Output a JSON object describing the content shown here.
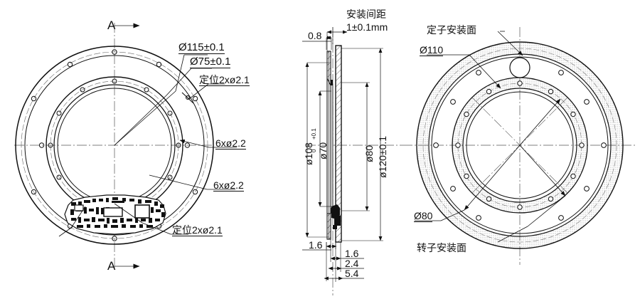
{
  "drawing": {
    "title": "Hollow shaft rotary encoder mechanical outline drawing",
    "units": "mm",
    "line_color": "#111111",
    "hatch_color": "#333333",
    "center_line_color": "#555555"
  },
  "views": {
    "front": {
      "name": "front-view",
      "section_marks": [
        {
          "letter": "A",
          "position": "top"
        },
        {
          "letter": "A",
          "position": "bottom"
        }
      ],
      "labels": [
        {
          "id": "dia115",
          "text": "Ø115±0.1"
        },
        {
          "id": "dia75",
          "text": "Ø75±0.1"
        },
        {
          "id": "loc21_top",
          "text": "定位2xø2.1"
        },
        {
          "id": "holes22_top",
          "text": "6xø2.2"
        },
        {
          "id": "holes22_bottom",
          "text": "6xø2.2"
        },
        {
          "id": "loc21_bottom",
          "text": "定位2xø2.1"
        }
      ]
    },
    "section": {
      "name": "section-view-A-A",
      "labels": [
        {
          "id": "gap_title",
          "text": "安装间距"
        },
        {
          "id": "gap_value",
          "text": "1±0.1mm"
        },
        {
          "id": "t08",
          "text": "0.8"
        },
        {
          "id": "dia108",
          "text": "ø108"
        },
        {
          "id": "dia70",
          "text": "ø70",
          "tol_upper": "+0.1",
          "tol_lower": "0"
        },
        {
          "id": "dia80",
          "text": "ø80"
        },
        {
          "id": "dia120",
          "text": "ø120±0.1"
        },
        {
          "id": "t16_left",
          "text": "1.6"
        },
        {
          "id": "t16_right",
          "text": "1.6"
        },
        {
          "id": "t24",
          "text": "2.4"
        },
        {
          "id": "t54",
          "text": "5.4"
        }
      ]
    },
    "rear": {
      "name": "rear-view",
      "labels": [
        {
          "id": "stator_face",
          "text": "定子安装面"
        },
        {
          "id": "dia110",
          "text": "Ø110"
        },
        {
          "id": "dia80r",
          "text": "Ø80"
        },
        {
          "id": "rotor_face",
          "text": "转子安装面"
        }
      ]
    }
  }
}
